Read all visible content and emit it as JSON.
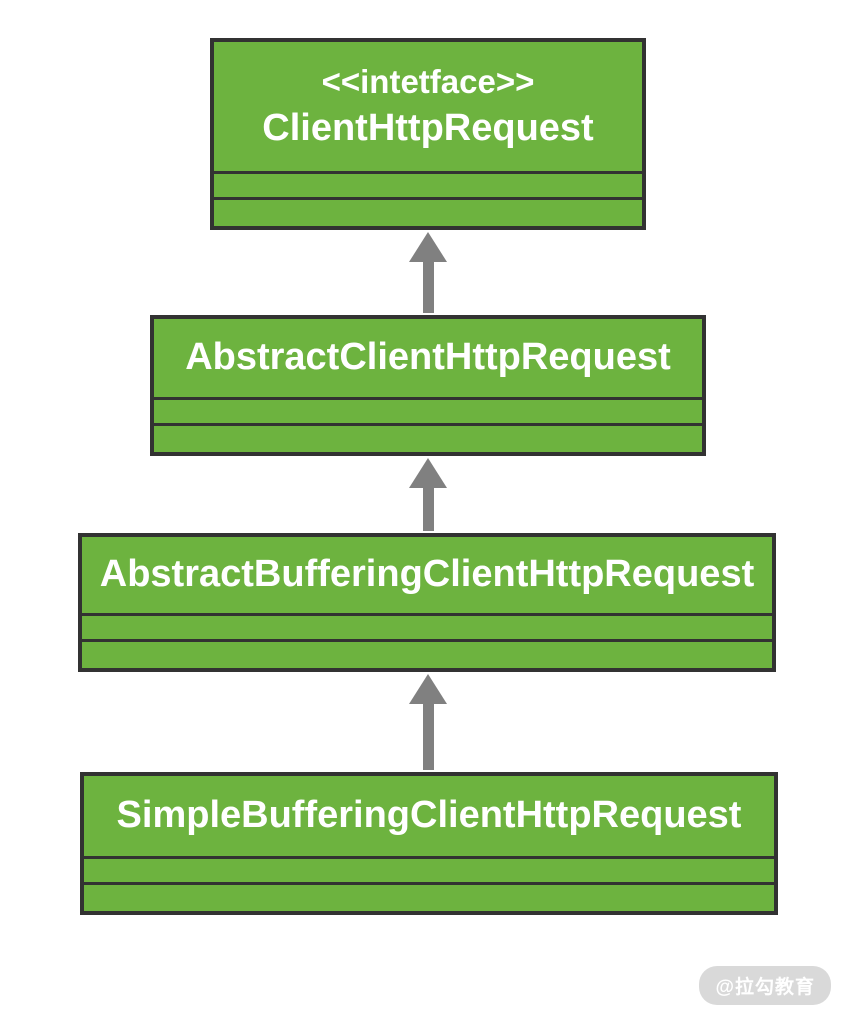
{
  "diagram": {
    "type": "uml-class-inheritance",
    "nodes": [
      {
        "stereotype": "<<intetface>>",
        "title": "ClientHttpRequest"
      },
      {
        "title": "AbstractClientHttpRequest"
      },
      {
        "title": "AbstractBufferingClientHttpRequest"
      },
      {
        "title": "SimpleBufferingClientHttpRequest"
      }
    ],
    "edges": [
      {
        "from": "AbstractClientHttpRequest",
        "to": "ClientHttpRequest",
        "type": "generalization-arrow-up"
      },
      {
        "from": "AbstractBufferingClientHttpRequest",
        "to": "AbstractClientHttpRequest",
        "type": "generalization-arrow-up"
      },
      {
        "from": "SimpleBufferingClientHttpRequest",
        "to": "AbstractBufferingClientHttpRequest",
        "type": "generalization-arrow-up"
      }
    ],
    "colors": {
      "node_fill": "#6db33f",
      "node_border": "#323232",
      "arrow": "#808080",
      "text": "#ffffff"
    }
  },
  "watermark": {
    "text": "@拉勾教育"
  }
}
